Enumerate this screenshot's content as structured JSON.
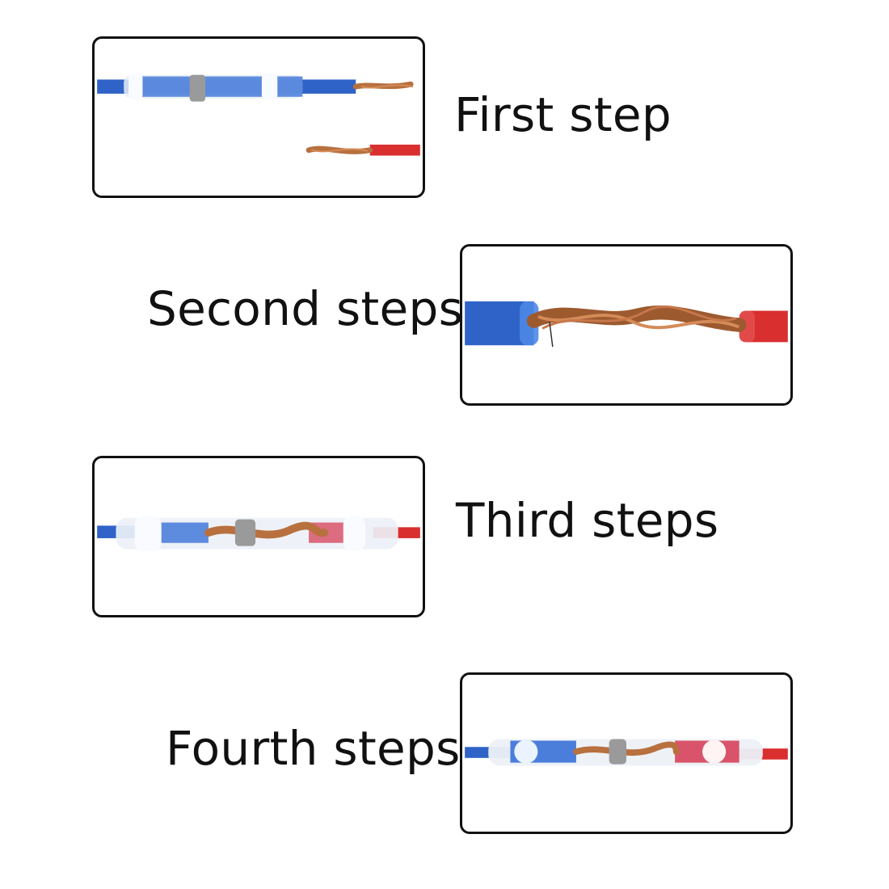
{
  "steps": [
    {
      "label": "First step"
    },
    {
      "label": "Second steps"
    },
    {
      "label": "Third steps"
    },
    {
      "label": "Fourth steps"
    }
  ],
  "colors": {
    "wire_blue": "#2f63c8",
    "wire_red": "#d92f2f",
    "copper": "#b8703f",
    "solder_ring": "#9a9a9a",
    "sleeve": "#eef2f7"
  }
}
